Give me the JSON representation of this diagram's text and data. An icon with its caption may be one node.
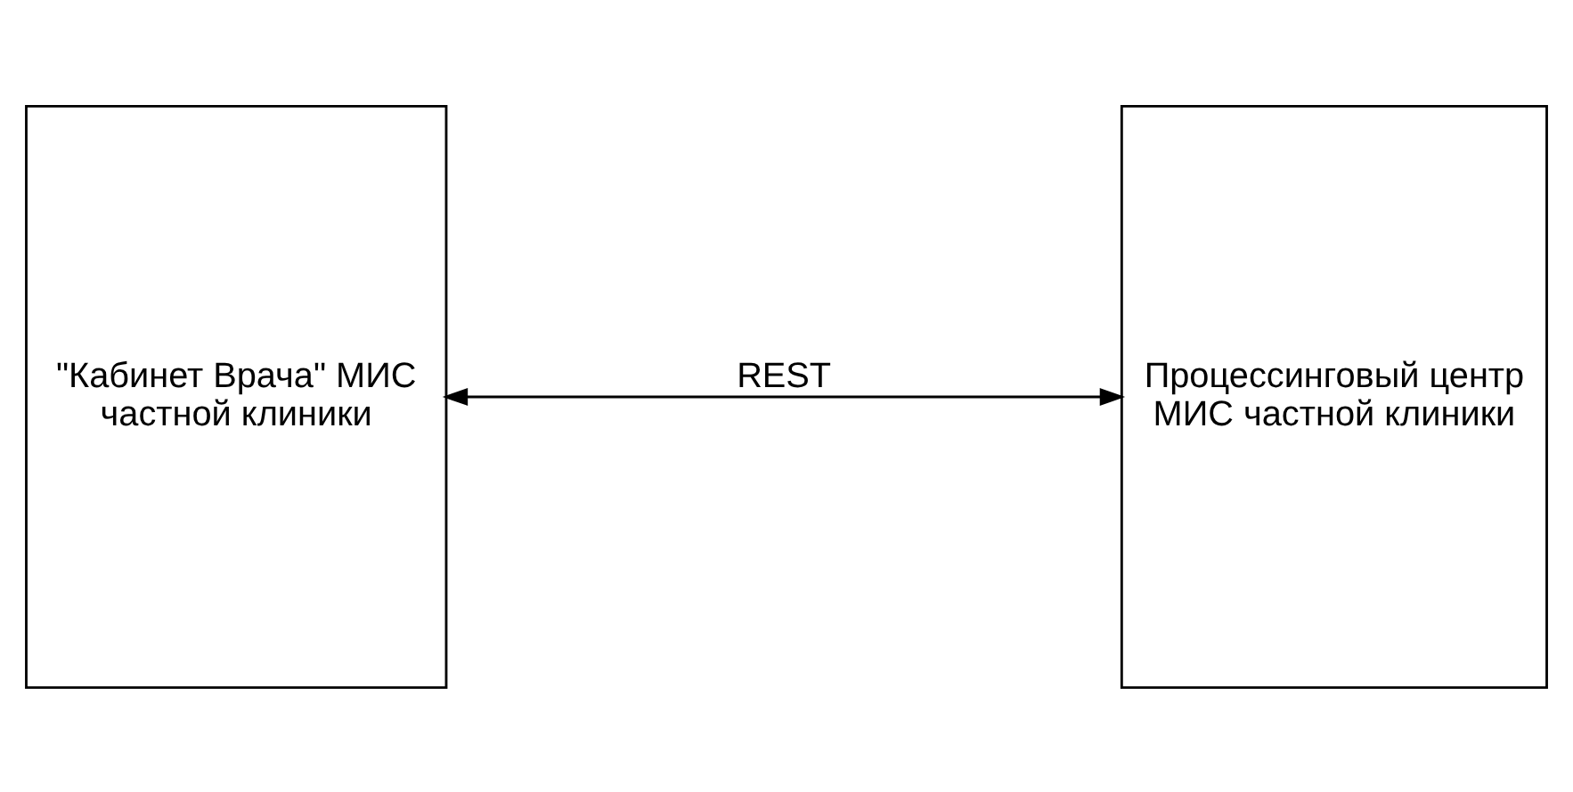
{
  "diagram": {
    "nodes": [
      {
        "text": [
          "\"Кабинет Врача\" МИС частной клиники"
        ]
      },
      {
        "text": [
          "Процессинговый центр МИС частной клиники"
        ]
      }
    ],
    "edges": [
      {
        "from": 0,
        "to": 1,
        "arrow": "both",
        "label": "REST"
      }
    ]
  }
}
